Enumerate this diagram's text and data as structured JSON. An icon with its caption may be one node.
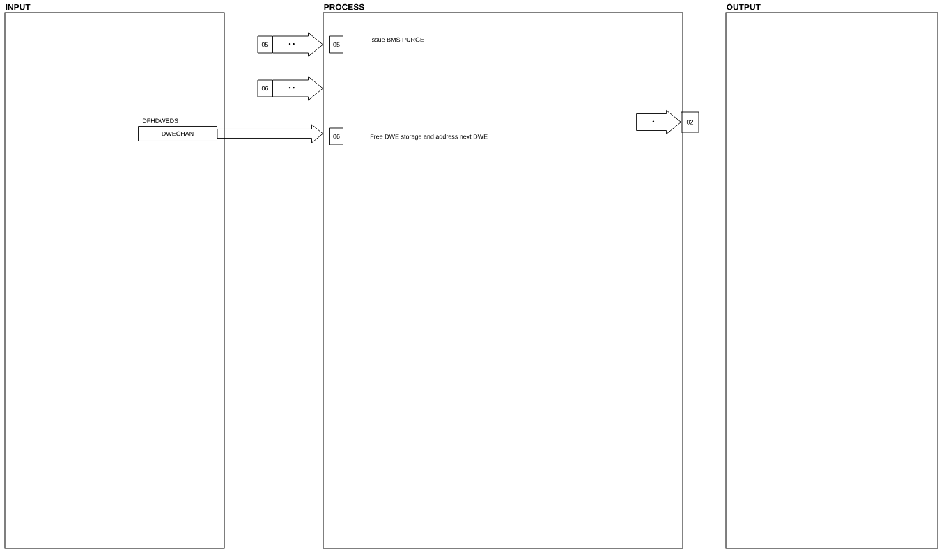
{
  "diagram": {
    "nodes": [
      {
        "text": [
          "INPUT"
        ]
      },
      {
        "text": [
          "DFHDWEDS",
          "DWECHAN"
        ],
        "in": 0
      },
      {
        "text": [
          "PROCESS"
        ]
      },
      {
        "text": [
          "05"
        ],
        "in": 2
      },
      {
        "text": [
          "06"
        ],
        "in": 2
      },
      {
        "text": [
          "OUTPUT"
        ]
      },
      {
        "text": [
          "05"
        ]
      },
      {
        "text": [
          "06"
        ]
      },
      {
        "text": [
          "02"
        ]
      }
    ],
    "edges": [
      {
        "from": 6,
        "to": 2,
        "arrow": "to",
        "label": "• •"
      },
      {
        "from": 7,
        "to": 2,
        "arrow": "to",
        "label": "• •"
      },
      {
        "from": 1,
        "to": 2,
        "arrow": "to"
      },
      {
        "from": null,
        "to": 8,
        "arrow": "to",
        "label": "•"
      }
    ],
    "labels": [
      "Issue BMS PURGE",
      "Free DWE storage and address next DWE"
    ]
  }
}
